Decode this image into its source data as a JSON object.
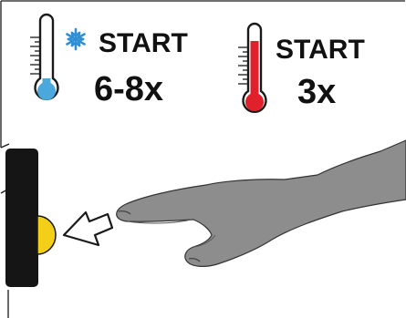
{
  "cold_start": {
    "label": "START",
    "count": "6-8x",
    "thermometer_fill_color": "#4aa8dc",
    "icon": "snowflake-icon"
  },
  "warm_start": {
    "label": "START",
    "count": "3x",
    "thermometer_fill_color": "#e0202a"
  },
  "colors": {
    "line": "#1a1a1a",
    "hand": "#8d8d8d",
    "button_yellow": "#f4cf18",
    "device_body": "#151515"
  }
}
